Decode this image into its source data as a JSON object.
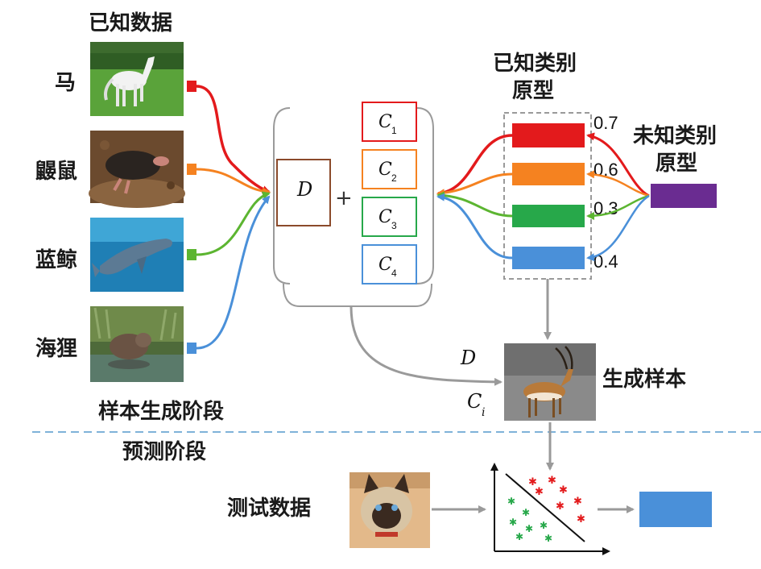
{
  "known_data": {
    "title": "已知数据",
    "items": [
      {
        "label": "马",
        "color": "#e31a1c"
      },
      {
        "label": "鼹鼠",
        "color": "#f58220"
      },
      {
        "label": "蓝鲸",
        "color": "#5cb531"
      },
      {
        "label": "海狸",
        "color": "#4a90d9"
      }
    ]
  },
  "generator": {
    "d_symbol": "D",
    "plus": "+",
    "classes": [
      {
        "symbol": "C",
        "sub": "1",
        "color": "#e31a1c"
      },
      {
        "symbol": "C",
        "sub": "2",
        "color": "#f58220"
      },
      {
        "symbol": "C",
        "sub": "3",
        "color": "#27a84a"
      },
      {
        "symbol": "C",
        "sub": "4",
        "color": "#4a90d9"
      }
    ]
  },
  "prototypes": {
    "known_title": "已知类别原型",
    "known_title_line1": "已知类别",
    "known_title_line2": "原型",
    "unknown_title_line1": "未知类别",
    "unknown_title_line2": "原型",
    "unknown_color": "#6a2c91",
    "bars": [
      {
        "color": "#e31a1c",
        "weight": "0.7"
      },
      {
        "color": "#f58220",
        "weight": "0.6"
      },
      {
        "color": "#27a84a",
        "weight": "0.3"
      },
      {
        "color": "#4a90d9",
        "weight": "0.4"
      }
    ]
  },
  "generated": {
    "label": "生成样本",
    "d_symbol": "D",
    "c_symbol": "C",
    "c_sub": "i"
  },
  "stages": {
    "generation": "样本生成阶段",
    "prediction": "预测阶段"
  },
  "test": {
    "label": "测试数据",
    "output_color": "#4a90d9"
  },
  "colors": {
    "arrow_gray": "#9a9a9a",
    "dashed_divider": "#7fb2d9",
    "scatter_red": "#e31a1c",
    "scatter_green": "#27a84a"
  }
}
